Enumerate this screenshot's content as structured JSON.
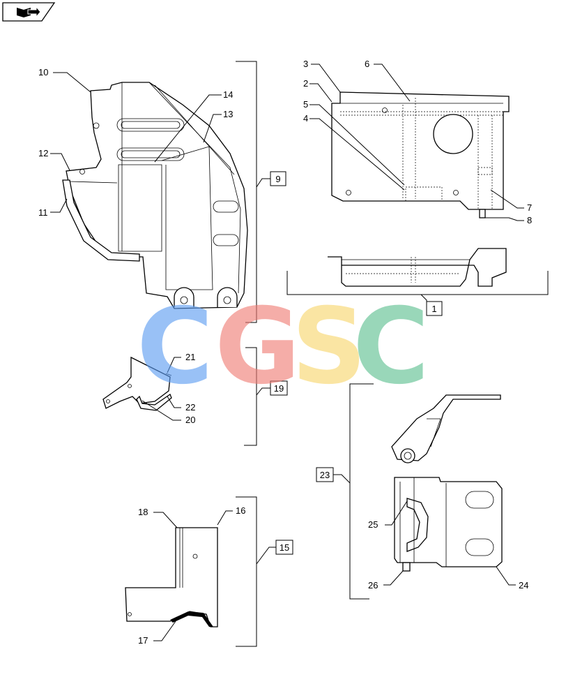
{
  "watermark": {
    "letters": [
      "C",
      "G",
      "S",
      "C"
    ],
    "colors": [
      "#5b9cf2",
      "#f07b73",
      "#f7d66b",
      "#5bbf8f"
    ]
  },
  "header_icon": "book-arrow-icon",
  "callouts": {
    "c1": "1",
    "c2": "2",
    "c3": "3",
    "c4": "4",
    "c5": "5",
    "c6": "6",
    "c7": "7",
    "c8": "8",
    "c9": "9",
    "c10": "10",
    "c11": "11",
    "c12": "12",
    "c13": "13",
    "c14": "14",
    "c15": "15",
    "c16": "16",
    "c17": "17",
    "c18": "18",
    "c19": "19",
    "c20": "20",
    "c21": "21",
    "c22": "22",
    "c23": "23",
    "c24": "24",
    "c25": "25",
    "c26": "26"
  }
}
